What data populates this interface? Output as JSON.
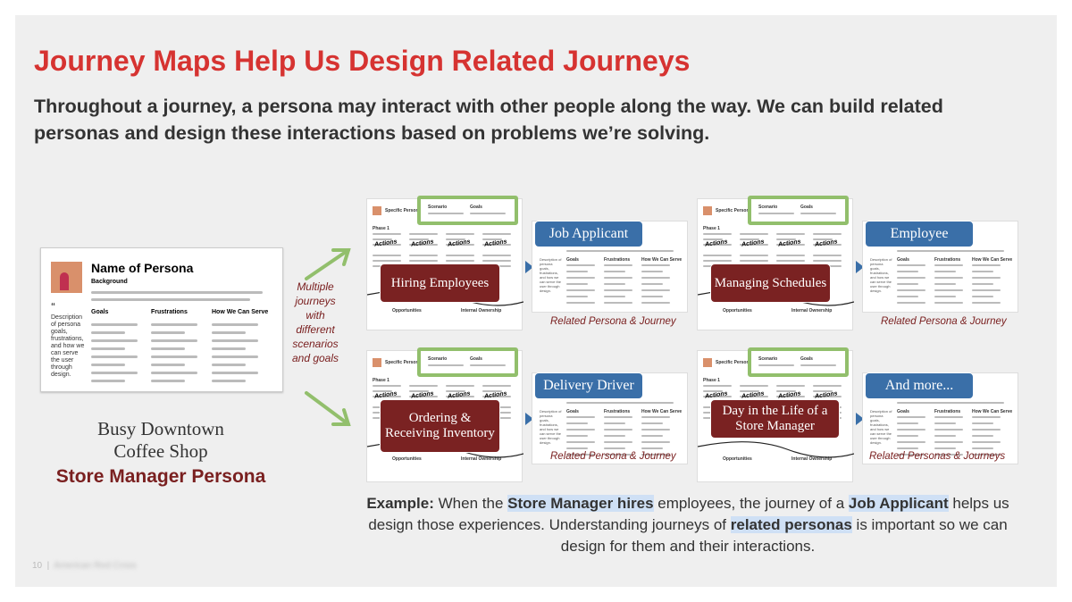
{
  "title": "Journey Maps Help Us Design Related Journeys",
  "subtitle": "Throughout a journey, a persona may interact with other people along the way. We can build related personas and design these interactions based on problems we’re solving.",
  "persona_card": {
    "name": "Name of Persona",
    "background": "Background",
    "quote": "Description of persona goals, frustrations, and how we can serve the user through design.",
    "columns": [
      "Goals",
      "Frustrations",
      "How We Can Serve"
    ]
  },
  "persona_caption": {
    "line1": "Busy Downtown",
    "line2": "Coffee Shop",
    "line3": "Store Manager Persona"
  },
  "multi_label": "Multiple journeys with different scenarios and goals",
  "map_template": {
    "persona": "Specific Persona",
    "scenario": "Scenario",
    "goals": "Goals",
    "phase": "Phase 1",
    "actions": "Actions",
    "opportunities": "Opportunities",
    "ownership": "Internal Ownership"
  },
  "journeys": [
    {
      "journey": "Hiring Employees",
      "related": "Job Applicant",
      "caption": "Related Persona & Journey"
    },
    {
      "journey": "Managing Schedules",
      "related": "Employee",
      "caption": "Related Persona & Journey"
    },
    {
      "journey": "Ordering & Receiving Inventory",
      "related": "Delivery Driver",
      "caption": "Related Persona & Journey"
    },
    {
      "journey": "Day in the Life of a Store Manager",
      "related": "And more...",
      "caption": "Related Personas & Journeys"
    }
  ],
  "example": {
    "lead": "Example:",
    "t1": " When the ",
    "h1": "Store Manager hires",
    "t2": " employees, the journey of a ",
    "h2": "Job Applicant",
    "t3": " helps us design those experiences. Understanding journeys of ",
    "h3": "related personas",
    "t4": " is important so we can design for them and their interactions."
  },
  "footer": {
    "page": "10",
    "org": "American Red Cross"
  },
  "colors": {
    "title": "#d63331",
    "journey": "#7a2222",
    "related": "#3a6fa8",
    "scenario_highlight": "#92bf6c"
  }
}
